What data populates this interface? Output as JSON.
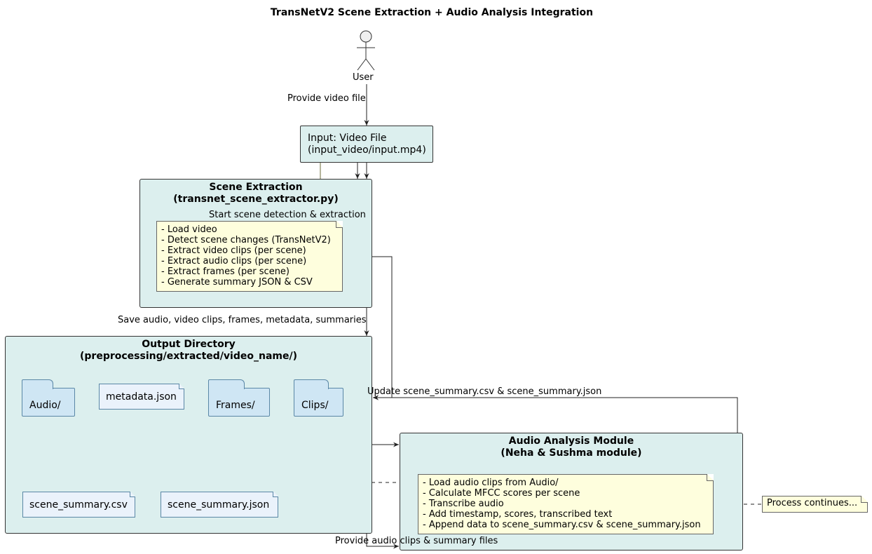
{
  "title": "TransNetV2 Scene Extraction + Audio Analysis Integration",
  "actor": {
    "name": "User",
    "icon": "actor-stick-figure-icon"
  },
  "input_box": {
    "line1": "Input: Video File",
    "line2": "(input_video/input.mp4)"
  },
  "scene_extraction": {
    "title1": "Scene Extraction",
    "title2": "(transnet_scene_extractor.py)",
    "note": [
      "- Load video",
      "- Detect scene changes (TransNetV2)",
      "- Extract video clips (per scene)",
      "- Extract audio clips (per scene)",
      "- Extract frames (per scene)",
      "- Generate summary JSON & CSV"
    ]
  },
  "output_dir": {
    "title1": "Output Directory",
    "title2": "(preprocessing/extracted/video_name/)",
    "folders": [
      "Audio/",
      "Frames/",
      "Clips/"
    ],
    "files": [
      "metadata.json",
      "scene_summary.csv",
      "scene_summary.json"
    ]
  },
  "audio_module": {
    "title1": "Audio Analysis Module",
    "title2": "(Neha & Sushma module)",
    "note": [
      "- Load audio clips from Audio/",
      "- Calculate MFCC scores per scene",
      "- Transcribe audio",
      "- Add timestamp, scores, transcribed text",
      "- Append data to scene_summary.csv & scene_summary.json"
    ]
  },
  "side_note": "Process continues...",
  "arrows": {
    "provide_video": "Provide video file",
    "start_detection": "Start scene detection & extraction",
    "save_outputs": "Save audio, video clips, frames, metadata, summaries",
    "update_summary": "Update scene_summary.csv & scene_summary.json",
    "provide_audio": "Provide audio clips & summary files"
  },
  "colors": {
    "container": "#dcefee",
    "note": "#fefedd",
    "folder": "#cfe6f4",
    "file": "#eaf2fb"
  }
}
